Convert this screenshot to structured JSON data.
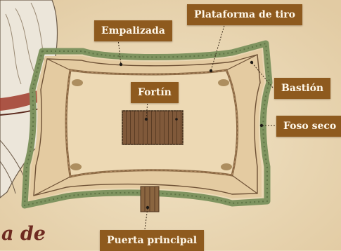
{
  "diagram": {
    "labels": {
      "empalizada": "Empalizada",
      "plataforma": "Plataforma de tiro",
      "bastion": "Bastión",
      "fortin": "Fortín",
      "foso": "Foso seco",
      "puerta": "Puerta principal"
    },
    "caption_fragment": "a de"
  },
  "colors": {
    "parchment": "#ecdcbd",
    "ground": "#e6cfa7",
    "moat_green": "#7f9460",
    "label_bg": "#8e5a1e",
    "label_text": "#fff8ea",
    "caption": "#6e2a20",
    "fortin_wood": "#7a5330"
  }
}
